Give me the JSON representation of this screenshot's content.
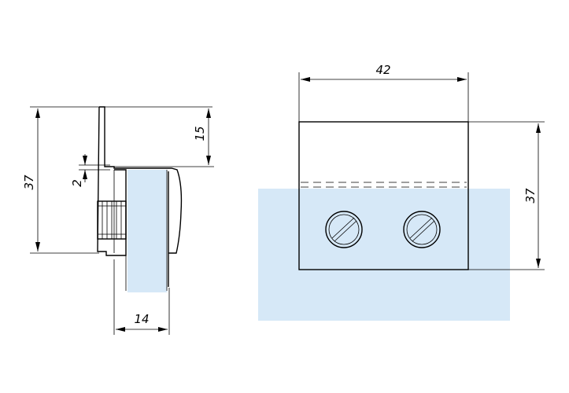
{
  "colors": {
    "glass": "#d6e8f7",
    "line": "#000000",
    "background": "#ffffff"
  },
  "side_view": {
    "height_label": "37",
    "top_offset_label": "15",
    "gap_label": "2",
    "width_label": "14"
  },
  "front_view": {
    "width_label": "42",
    "height_label": "37",
    "screw_count": 2
  }
}
